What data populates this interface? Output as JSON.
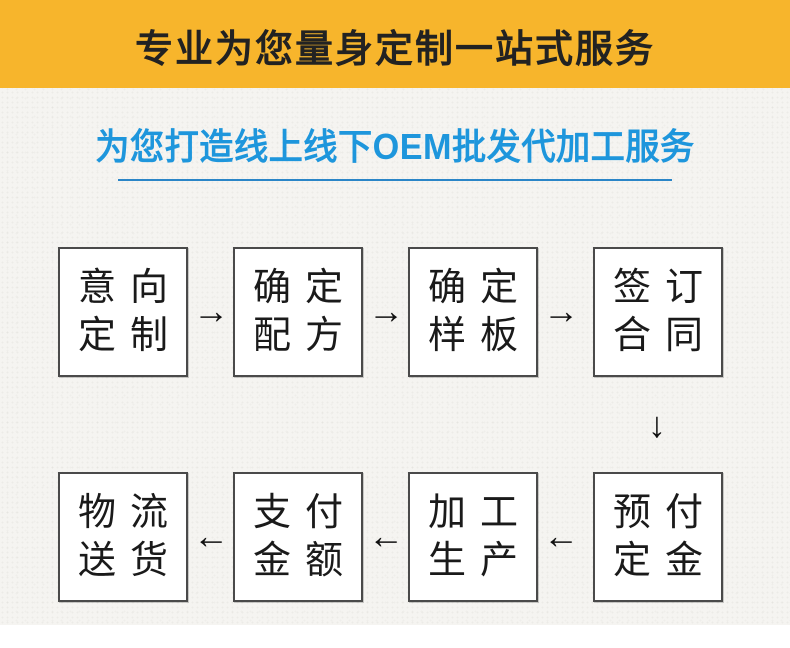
{
  "header": {
    "title": "专业为您量身定制一站式服务",
    "bg_color": "#f7b52c",
    "text_color": "#222222"
  },
  "subtitle": {
    "text": "为您打造线上线下OEM批发代加工服务",
    "color": "#1e96dc",
    "underline_color": "#2a85c7"
  },
  "flow": {
    "arrow_right": "→",
    "arrow_left": "←",
    "arrow_down": "↓",
    "box_border_color": "#4a4a4a",
    "box_text_color": "#1a1a1a",
    "steps": [
      {
        "line1": "意向",
        "line2": "定制"
      },
      {
        "line1": "确定",
        "line2": "配方"
      },
      {
        "line1": "确定",
        "line2": "样板"
      },
      {
        "line1": "签订",
        "line2": "合同"
      },
      {
        "line1": "物流",
        "line2": "送货"
      },
      {
        "line1": "支付",
        "line2": "金额"
      },
      {
        "line1": "加工",
        "line2": "生产"
      },
      {
        "line1": "预付",
        "line2": "定金"
      }
    ]
  },
  "background": {
    "texture_color": "#f5f4f1",
    "bottom_strip_color": "#ffffff"
  }
}
